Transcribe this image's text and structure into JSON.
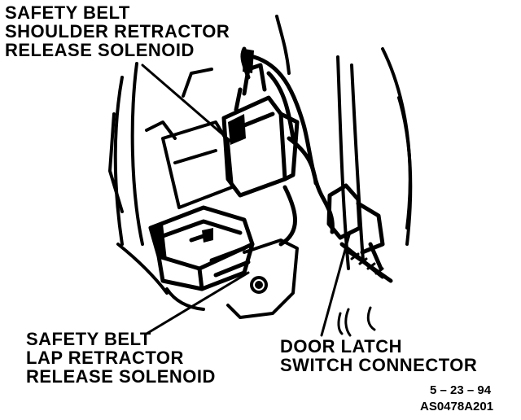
{
  "labels": {
    "shoulder_solenoid": [
      "SAFETY BELT",
      "SHOULDER RETRACTOR",
      "RELEASE SOLENOID"
    ],
    "lap_solenoid": [
      "SAFETY BELT",
      "LAP RETRACTOR",
      "RELEASE SOLENOID"
    ],
    "door_latch": [
      "DOOR LATCH",
      "SWITCH CONNECTOR"
    ]
  },
  "date_code": "5 – 23 – 94",
  "figure_id": "AS0478A201",
  "colors": {
    "ink": "#000000",
    "paper": "#ffffff"
  }
}
